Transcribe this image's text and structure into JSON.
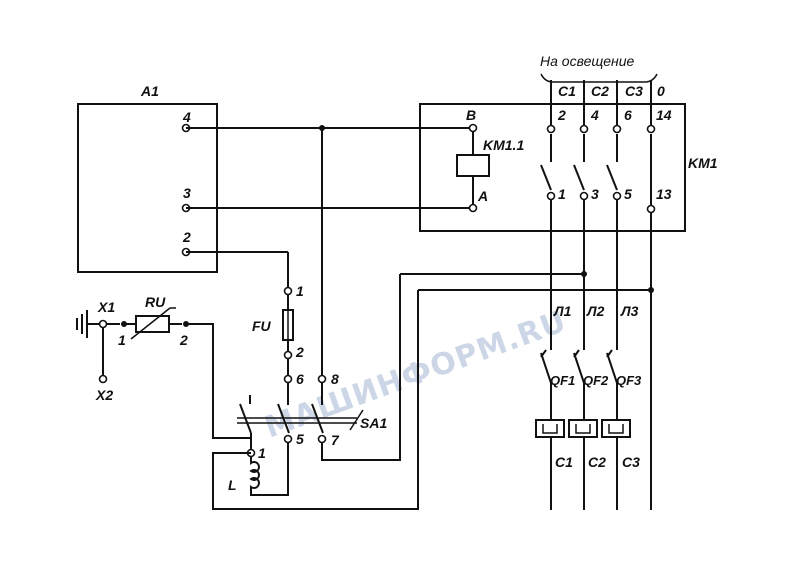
{
  "watermark": "MAШИНФОРМ.RU",
  "lighting_header": "На освещение",
  "phase_tags": [
    "C1",
    "C2",
    "C3",
    "0"
  ],
  "unit_a1": {
    "name": "A1",
    "pins": [
      "4",
      "3",
      "2"
    ]
  },
  "contactor": {
    "name": "KM1",
    "coil": "KM1.1",
    "coil_b": "B",
    "coil_a": "A",
    "top_pins": [
      "2",
      "4",
      "6",
      "14"
    ],
    "bottom_pins": [
      "1",
      "3",
      "5",
      "13"
    ]
  },
  "varistor": {
    "name": "RU",
    "pin1": "1",
    "pin2": "2"
  },
  "sensor": {
    "x1": "X1",
    "x2": "X2"
  },
  "fuse": {
    "name": "FU",
    "pin1": "1",
    "pin2": "2"
  },
  "switch_sa1": {
    "name": "SA1",
    "pins": [
      "6",
      "8",
      "5",
      "7",
      "1"
    ]
  },
  "inductor": "L",
  "lines": [
    "Л1",
    "Л2",
    "Л3"
  ],
  "breakers": [
    "QF1",
    "QF2",
    "QF3"
  ],
  "outputs": [
    "C1",
    "C2",
    "C3"
  ]
}
